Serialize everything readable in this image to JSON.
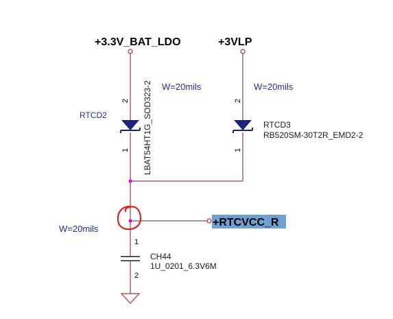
{
  "nets": {
    "bat_ldo": "+3.3V_BAT_LDO",
    "vlp": "+3VLP",
    "rtcvcc": "+RTCVCC_R"
  },
  "widths": {
    "w1": "W=20mils",
    "w2": "W=20mils",
    "w3": "W=20mils"
  },
  "rtcd2": {
    "ref": "RTCD2",
    "part": "LBAT54HT1G_SOD323-2",
    "pin_top": "2",
    "pin_bottom": "1"
  },
  "rtcd3": {
    "ref": "RTCD3",
    "part": "RB520SM-30T2R_EMD2-2",
    "pin_top": "2",
    "pin_bottom": "1"
  },
  "ch44": {
    "ref": "CH44",
    "value": "1U_0201_6.3V6M",
    "pin_top": "1",
    "pin_bottom": "2"
  },
  "colors": {
    "wire": "#7a1f1f",
    "diode": "#1a237e",
    "junction": "#e000e0",
    "highlight": "#6ea0d2",
    "annotation": "#e02020",
    "text_blue": "#1f2f9f"
  }
}
